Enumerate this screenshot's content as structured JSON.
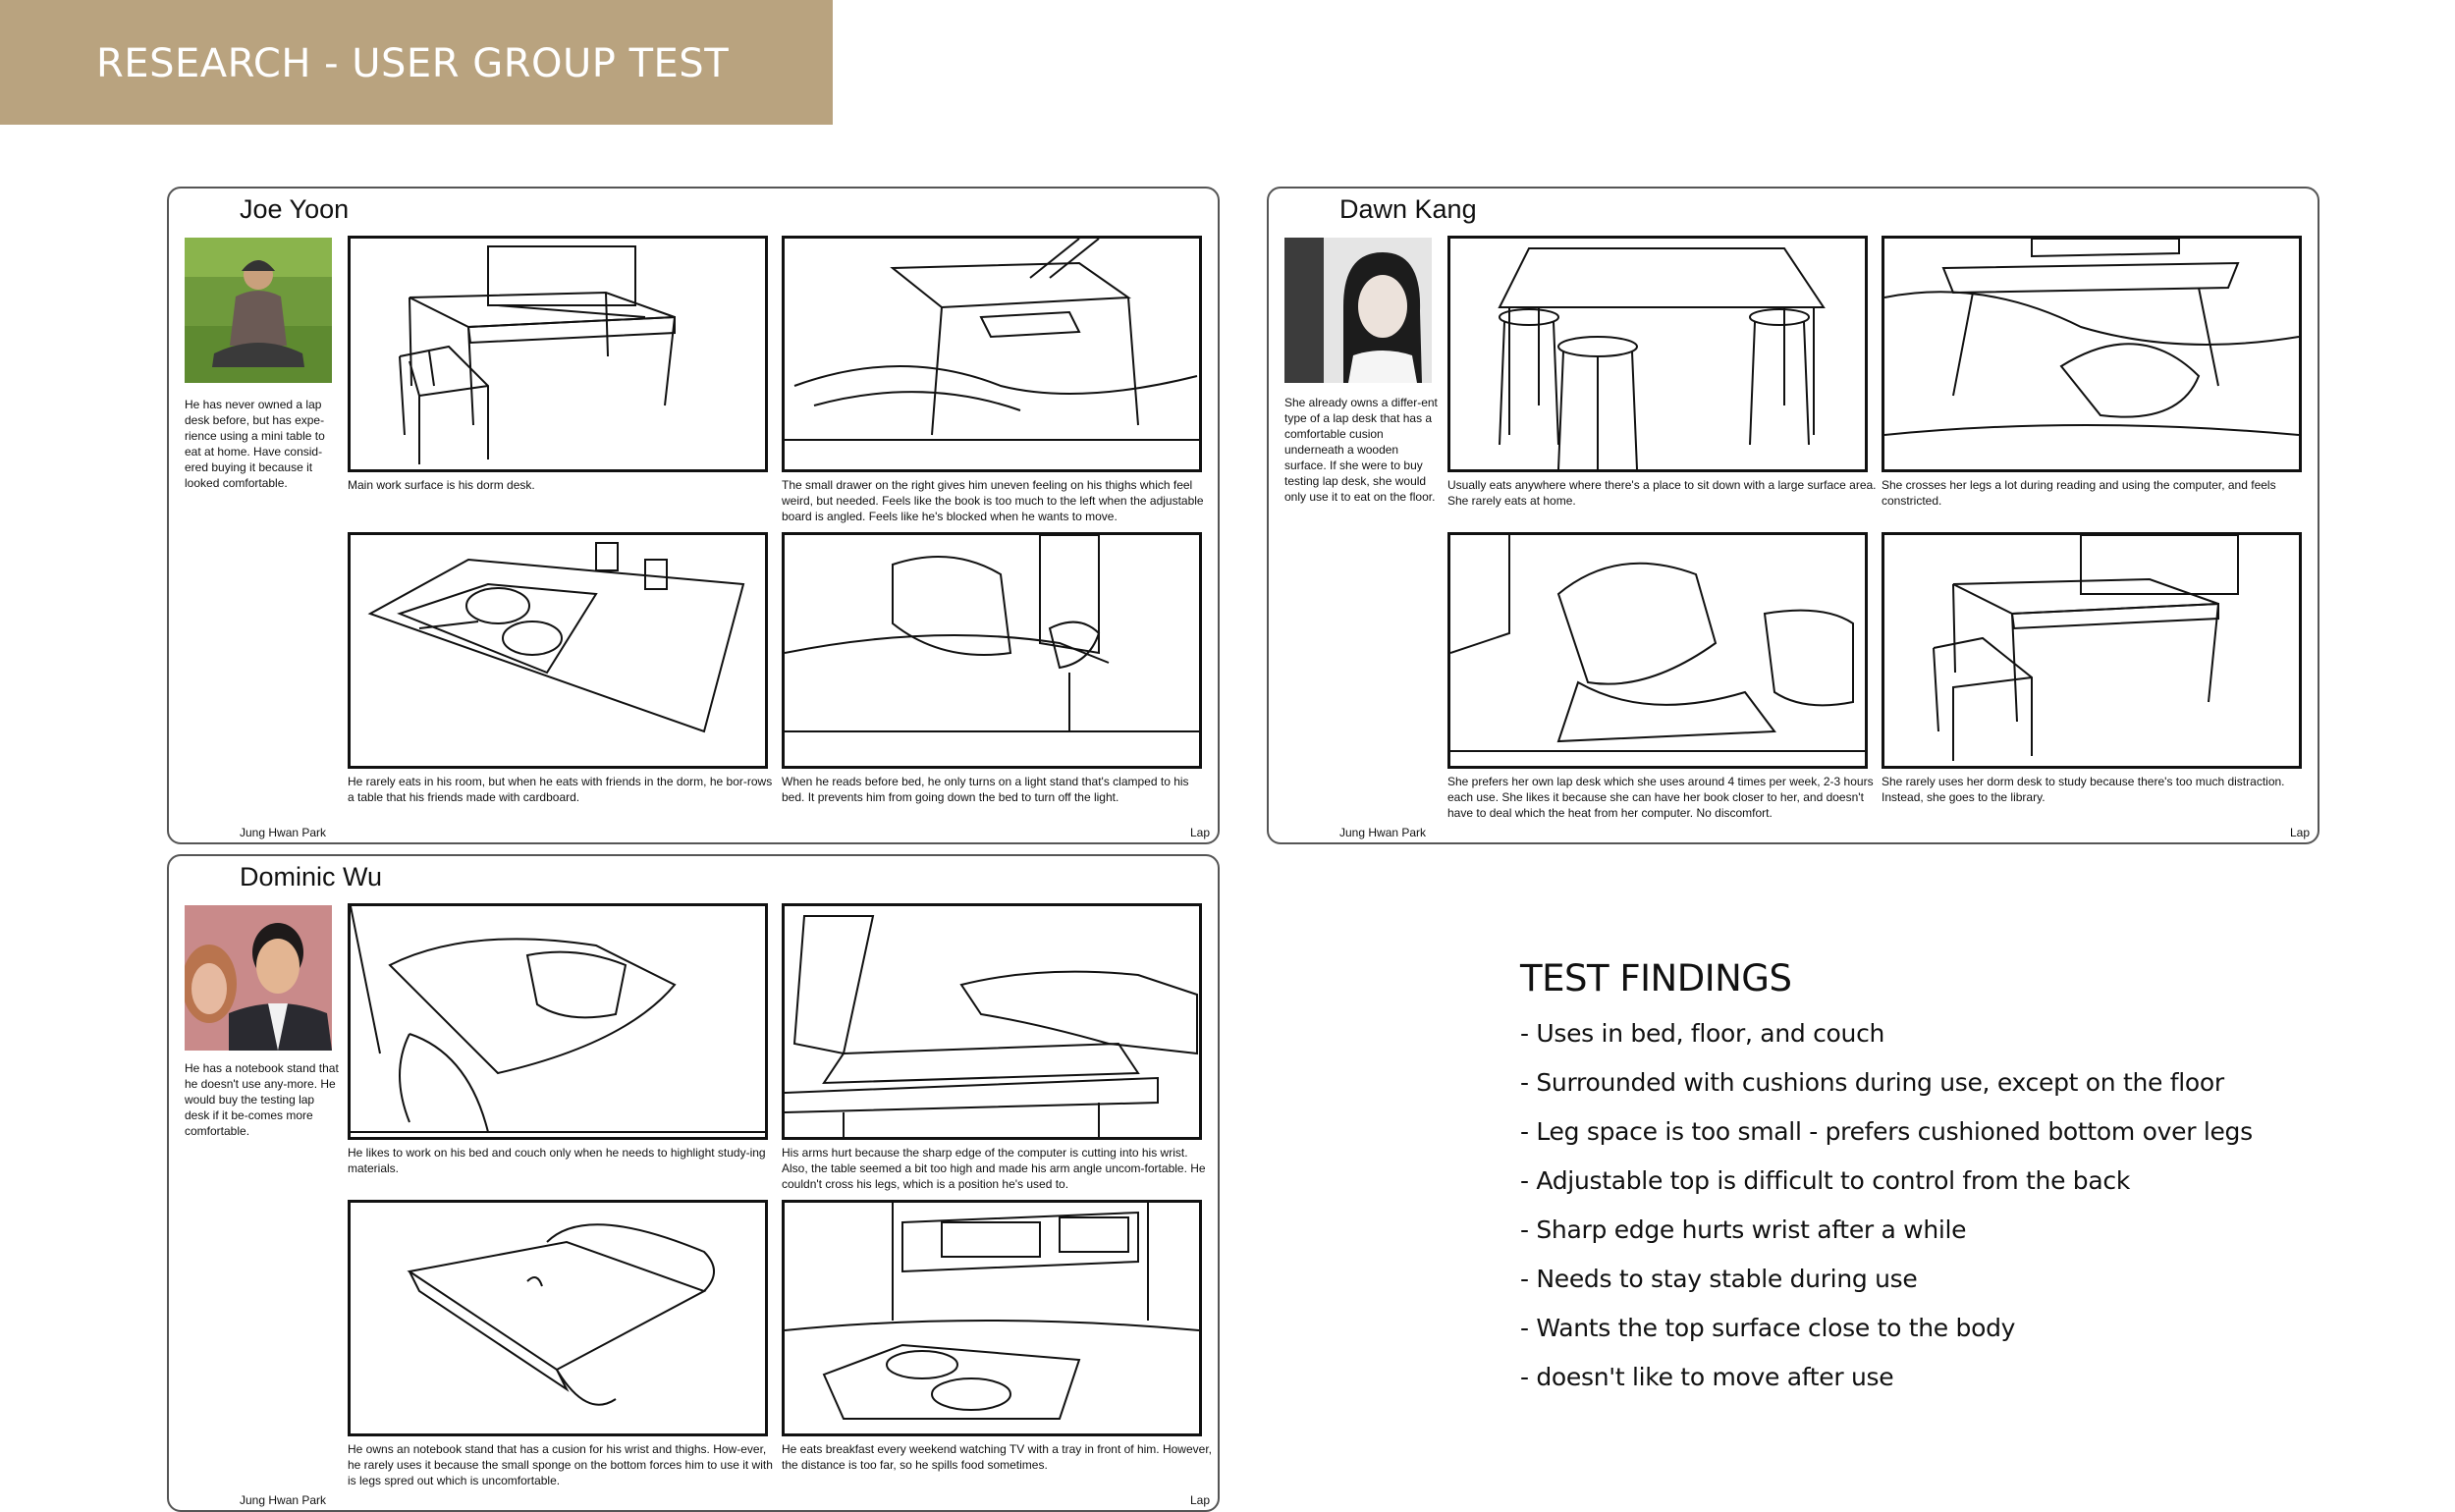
{
  "banner": {
    "title": "RESEARCH - USER GROUP TEST"
  },
  "cards": [
    {
      "name": "Joe Yoon",
      "bio": "He has never owned a lap desk before, but has expe-rience using a mini table to eat at home.  Have consid-ered buying it because it looked comfortable.",
      "captions": [
        "Main work surface is his dorm desk.",
        "The small drawer on the right gives him uneven feeling on his thighs which feel weird, but needed.  Feels like the book is too much to the left when the adjustable board is angled.  Feels like he's blocked when he wants to move.",
        "He rarely eats in his room, but when he eats with friends in the dorm, he bor-rows a table that his friends made with cardboard.",
        "When he reads before bed, he only turns on a light stand that's clamped to his bed.  It prevents him from going down the bed to turn off the light."
      ],
      "author": "Jung Hwan Park",
      "footer_right": "Lap"
    },
    {
      "name": "Dawn Kang",
      "bio": "She already owns a differ-ent type of a lap desk that has a comfortable cusion underneath a wooden surface.  If she were to buy testing lap desk, she would only use it to eat on the floor.",
      "captions": [
        "Usually eats anywhere where there's a place to sit down with a large surface area.  She rarely eats at home.",
        "She crosses her legs a lot during reading and using the computer, and feels constricted.",
        "She prefers her own lap desk which she uses around 4 times per week, 2-3 hours each use.  She likes it because she can have her book closer to her, and doesn't have to deal which the heat from her computer.  No discomfort.",
        "She rarely uses her dorm desk to study because there's too much distraction. Instead, she goes to the library."
      ],
      "author": "Jung Hwan Park",
      "footer_right": "Lap"
    },
    {
      "name": "Dominic Wu",
      "bio": "He has a notebook stand that he doesn't use any-more.  He would buy the testing lap desk if it be-comes more comfortable.",
      "captions": [
        "He likes to work on his bed and couch only when he needs to highlight study-ing materials.",
        "His arms hurt because the sharp edge of the computer is cutting into his wrist.  Also, the table seemed a bit too high and made his arm angle uncom-fortable.  He couldn't cross his legs, which is a position he's used to.",
        "He owns an notebook stand that has a cusion for his wrist and thighs.  How-ever, he rarely uses it because the small sponge on the bottom forces him to use it with is legs spred out which is uncomfortable.",
        "He eats breakfast every weekend watching TV with a tray in front of him. However, the distance is too far, so he spills food sometimes."
      ],
      "author": "Jung Hwan Park",
      "footer_right": "Lap"
    }
  ],
  "findings": {
    "title": "TEST FINDINGS",
    "items": [
      "- Uses in bed, floor, and couch",
      "- Surrounded with cushions during use, except on the floor",
      "- Leg space is too small - prefers cushioned bottom over legs",
      "- Adjustable top is difficult to control from the back",
      "- Sharp edge hurts wrist after a while",
      "- Needs to stay stable during use",
      "- Wants the top  surface close to the body",
      "- doesn't like to move after use"
    ]
  }
}
